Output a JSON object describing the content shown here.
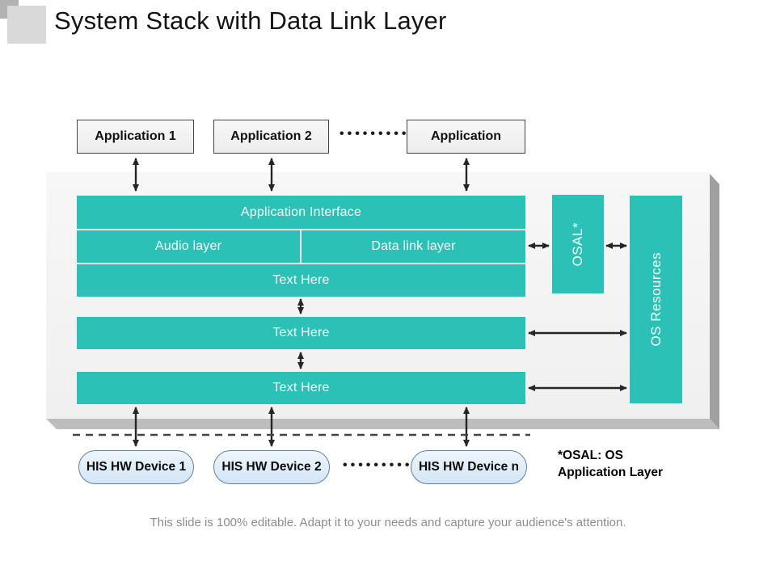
{
  "slide": {
    "title": "System Stack with Data Link Layer",
    "footer": "This slide is 100% editable. Adapt it to your needs and capture your audience's attention.",
    "footnote": {
      "line1": "*OSAL: OS",
      "line2": "Application Layer"
    }
  },
  "applications": {
    "items": [
      "Application 1",
      "Application 2",
      "Application"
    ]
  },
  "stack": {
    "app_interface": "Application Interface",
    "audio_layer": "Audio layer",
    "data_link_layer": "Data link layer",
    "text_here_1": "Text Here",
    "text_here_2": "Text Here",
    "text_here_3": "Text Here",
    "osal": "OSAL*",
    "os_resources": "OS Resources"
  },
  "devices": {
    "items": [
      "HIS HW Device 1",
      "HIS HW Device 2",
      "HIS HW Device n"
    ]
  },
  "decor": {
    "ellipsis": "•••••••••"
  },
  "colors": {
    "teal": "#2cc1b6",
    "bar_text": "#f6fdfc",
    "panel_light": "#f7f7f7",
    "panel": "#eff0ef",
    "shadow_right": "#a0a0a0",
    "shadow_bottom": "#bdbdbd",
    "arrow": "#262626",
    "dash": "#454545",
    "app_fill_top": "#f8f8f8",
    "app_fill_bottom": "#ececec",
    "app_border": "#454545",
    "device_fill_top": "#eef5fc",
    "device_fill_bottom": "#d3e5f5",
    "device_border": "#60809f",
    "footer_text": "#8c8c8c"
  }
}
